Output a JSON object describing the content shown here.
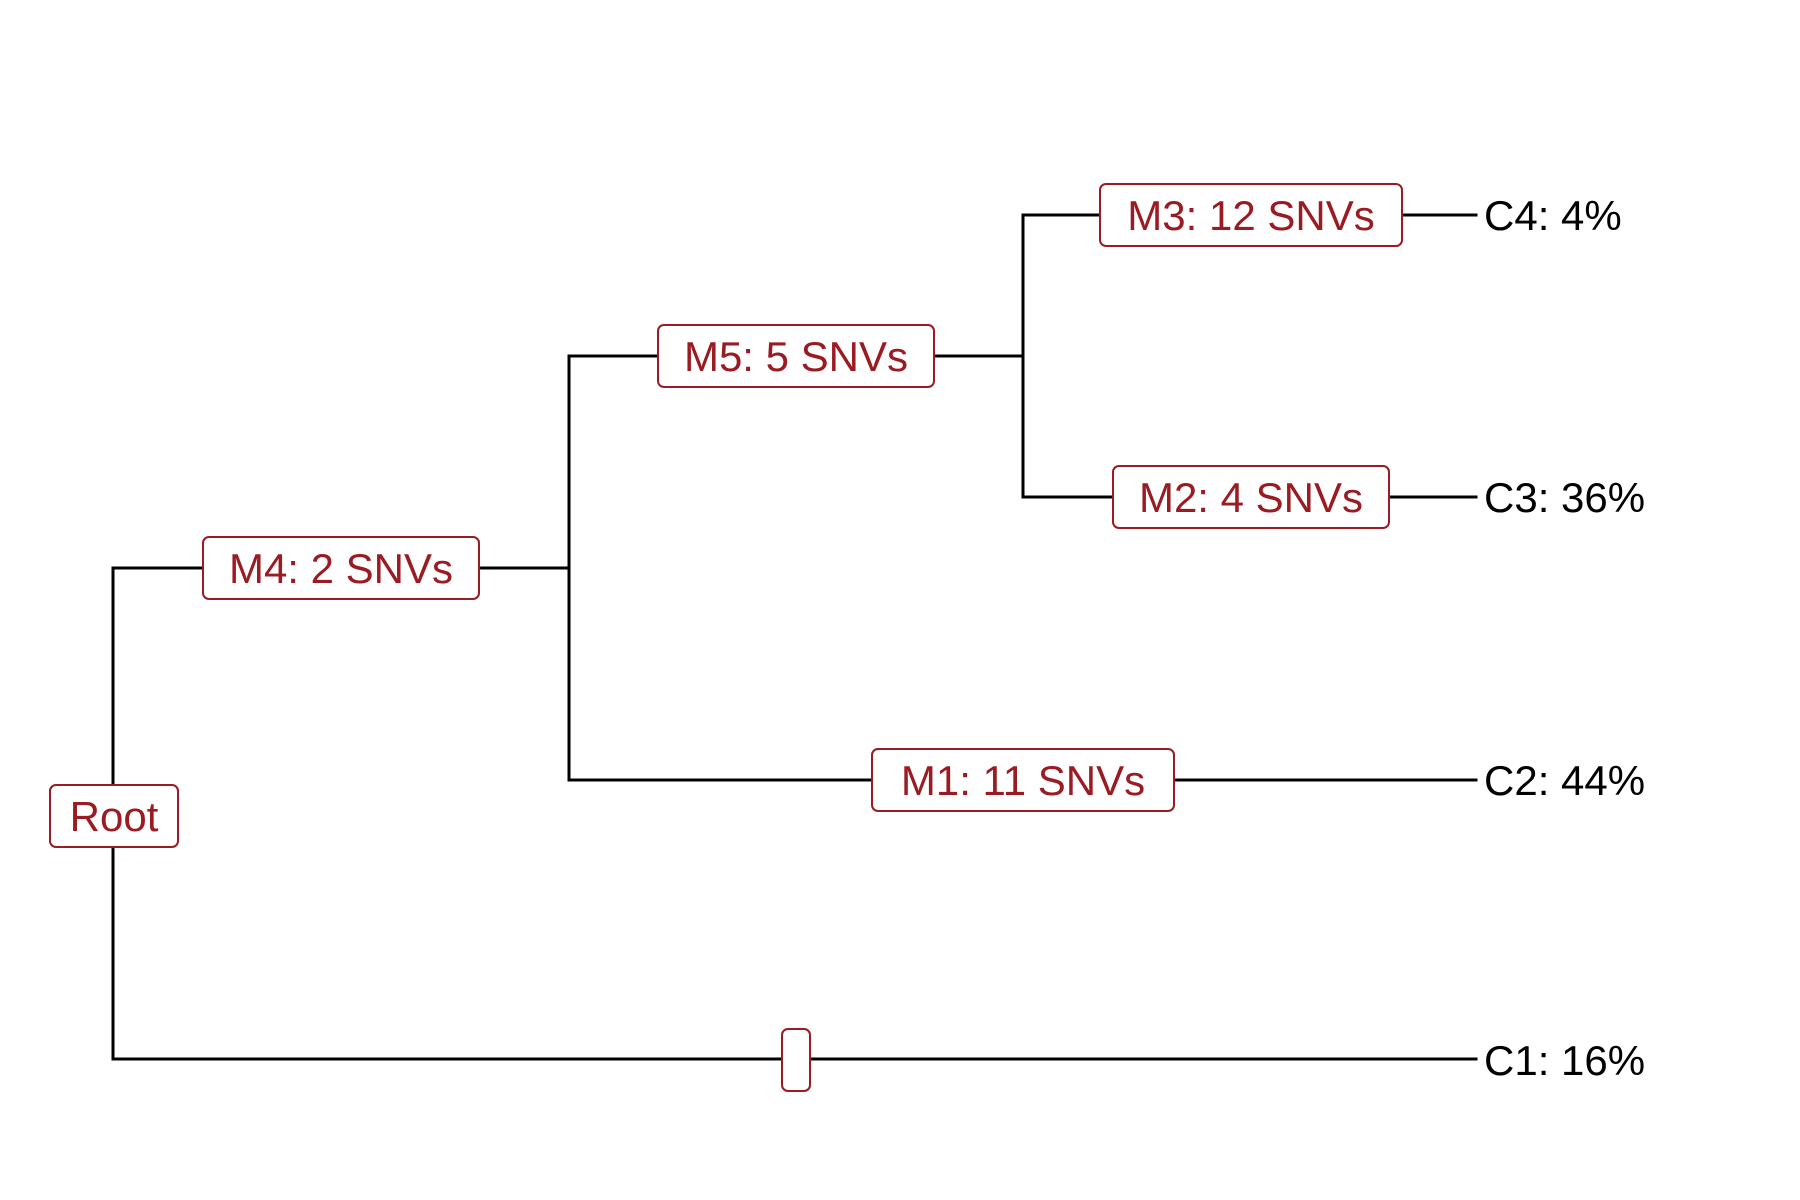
{
  "colors": {
    "edge": "#000000",
    "node_text": "#9b1b22",
    "node_border": "#9b1b22",
    "leaf_text": "#000000",
    "background": "#ffffff"
  },
  "tree": {
    "root": {
      "label": "Root"
    },
    "mutations": [
      {
        "id": "M4",
        "label": "M4: 2 SNVs",
        "snvs": 2
      },
      {
        "id": "M5",
        "label": "M5: 5 SNVs",
        "snvs": 5
      },
      {
        "id": "M3",
        "label": "M3: 12 SNVs",
        "snvs": 12
      },
      {
        "id": "M2",
        "label": "M2: 4 SNVs",
        "snvs": 4
      },
      {
        "id": "M1",
        "label": "M1: 11 SNVs",
        "snvs": 11
      },
      {
        "id": "C1-branch",
        "label": "",
        "snvs": null
      }
    ],
    "clones": [
      {
        "id": "C4",
        "label": "C4: 4%",
        "fraction": 4
      },
      {
        "id": "C3",
        "label": "C3: 36%",
        "fraction": 36
      },
      {
        "id": "C2",
        "label": "C2: 44%",
        "fraction": 44
      },
      {
        "id": "C1",
        "label": "C1: 16%",
        "fraction": 16
      }
    ]
  }
}
